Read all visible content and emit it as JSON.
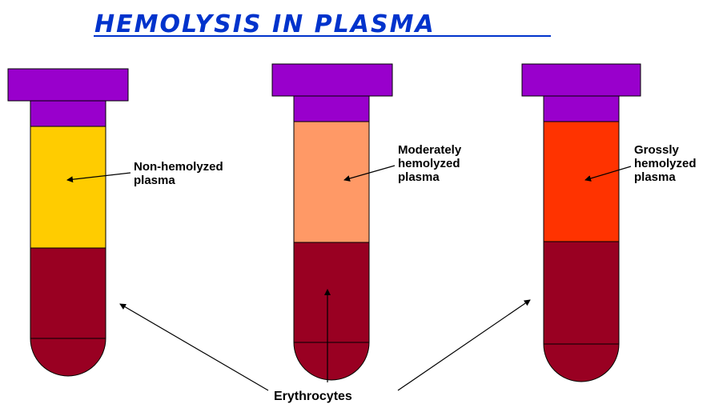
{
  "title": "HEMOLYSIS IN PLASMA",
  "tubes": [
    {
      "label_lines": [
        "Non-hemolyzed",
        "plasma"
      ],
      "plasma_color": "#FFCC00"
    },
    {
      "label_lines": [
        "Moderately",
        "hemolyzed",
        "plasma"
      ],
      "plasma_color": "#FF9966"
    },
    {
      "label_lines": [
        "Grossly",
        "hemolyzed",
        "plasma"
      ],
      "plasma_color": "#FF3300"
    }
  ],
  "erythrocytes_label": "Erythrocytes",
  "colors": {
    "title": "#0033CC",
    "cap": "#9900CC",
    "erythrocytes": "#990022",
    "outline": "#000000"
  }
}
